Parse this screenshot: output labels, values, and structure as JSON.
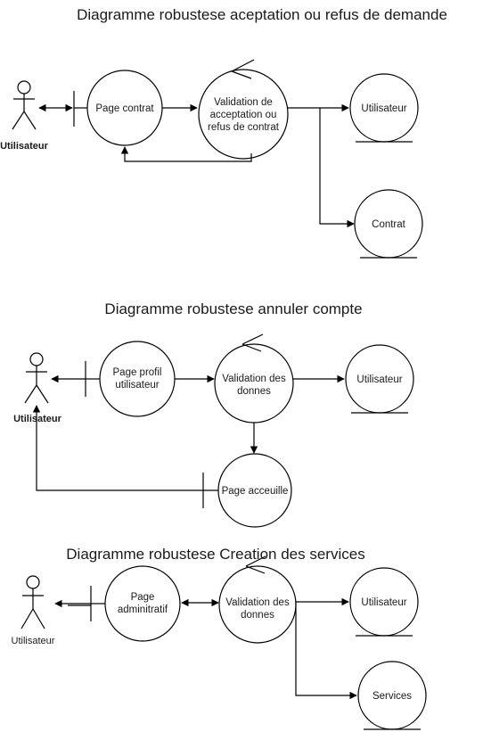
{
  "diagram1": {
    "title": "Diagramme robustese aceptation ou refus de demande",
    "actor": "Utilisateur",
    "boundary": "Page contrat",
    "control": [
      "Validation de",
      "acceptation ou",
      "refus de contrat"
    ],
    "entity_user": "Utilisateur",
    "entity_contract": "Contrat"
  },
  "diagram2": {
    "title": "Diagramme robustese annuler compte",
    "actor": "Utilisateur",
    "boundary": [
      "Page profil",
      "utilisateur"
    ],
    "control": [
      "Validation des",
      "donnes"
    ],
    "entity_user": "Utilisateur",
    "boundary_home": "Page acceuille"
  },
  "diagram3": {
    "title": "Diagramme robustese Creation des services",
    "actor": "Utilisateur",
    "boundary": [
      "Page",
      "adminitratif"
    ],
    "control": [
      "Validation des",
      "donnes"
    ],
    "entity_user": "Utilisateur",
    "entity_services": "Services"
  }
}
